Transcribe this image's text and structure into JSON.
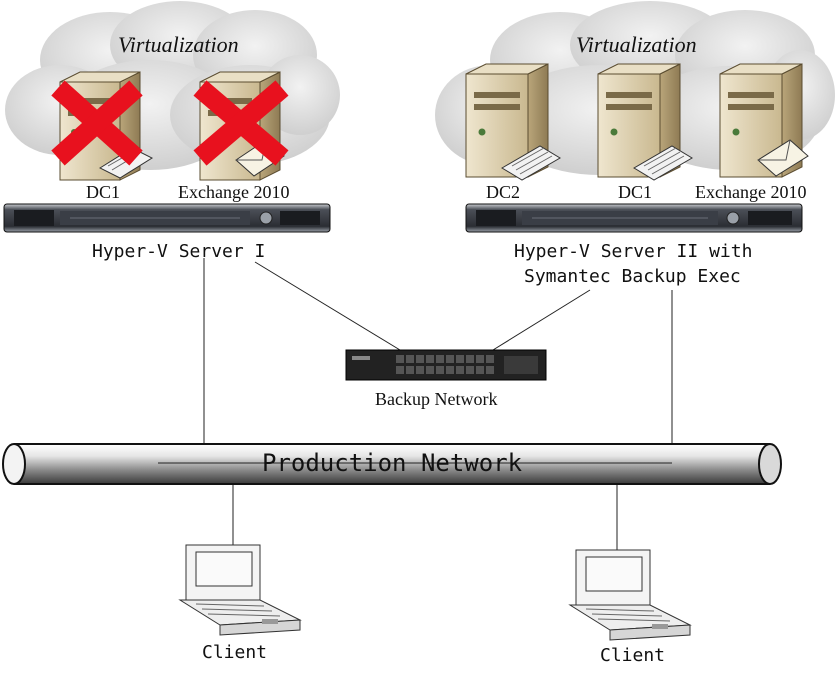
{
  "virtualization_left": {
    "label": "Virtualization"
  },
  "virtualization_right": {
    "label": "Virtualization"
  },
  "host1": {
    "name": "Hyper-V Server I",
    "vms": [
      {
        "label": "DC1",
        "icon": "server-tower-icon",
        "status": "failed"
      },
      {
        "label": "Exchange 2010",
        "icon": "server-tower-icon",
        "status": "failed"
      }
    ]
  },
  "host2": {
    "name_line1": "Hyper-V Server II with",
    "name_line2": "Symantec Backup Exec",
    "vms": [
      {
        "label": "DC2",
        "icon": "server-tower-icon"
      },
      {
        "label": "DC1",
        "icon": "server-tower-icon"
      },
      {
        "label": "Exchange 2010",
        "icon": "server-tower-icon"
      }
    ]
  },
  "switch": {
    "label": "Backup Network",
    "icon": "network-switch-icon"
  },
  "bus": {
    "label": "Production Network"
  },
  "clients": [
    {
      "label": "Client",
      "icon": "laptop-icon"
    },
    {
      "label": "Client",
      "icon": "laptop-icon"
    }
  ],
  "colors": {
    "failed_x": "#e8111e",
    "server_body": "#d8c9a6",
    "rack_server": "#2a2d33",
    "switch_body": "#222222",
    "cloud": "#d9d9d9"
  }
}
